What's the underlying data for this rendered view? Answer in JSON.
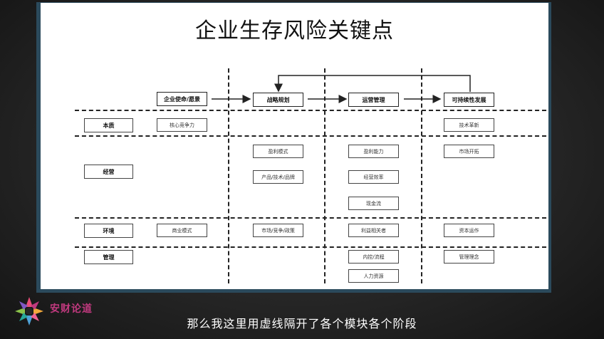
{
  "slide": {
    "title": "企业生存风险关键点"
  },
  "columns": {
    "mission": "企业使命/愿景",
    "strategy": "战略规划",
    "operations": "运营管理",
    "sustainable": "可持续性发展"
  },
  "rows": {
    "essence": "本质",
    "business": "经营",
    "environment": "环境",
    "management": "管理"
  },
  "cells": {
    "core_competence": "核心竞争力",
    "tech_innovation": "技术革新",
    "profit_model": "盈利模式",
    "profitability": "盈利能力",
    "market_expansion": "市场开拓",
    "product_tech_brand": "产品/技术/品牌",
    "operating_efficiency": "经营效率",
    "cash_flow": "现金流",
    "business_model": "商业模式",
    "market_competition_policy": "市场/竞争/政策",
    "stakeholders": "利益相关者",
    "capital_operation": "资本运作",
    "internal_control_process": "内控/流程",
    "management_philosophy": "管理理念",
    "human_resources": "人力资源"
  },
  "caption": {
    "text": "那么我这里用虚线隔开了各个模块各个阶段"
  },
  "watermark": {
    "text": "安财论道"
  },
  "colors": {
    "frame": "#2b4a5c",
    "caption": "#ffffff",
    "watermark": "#c0397e"
  }
}
